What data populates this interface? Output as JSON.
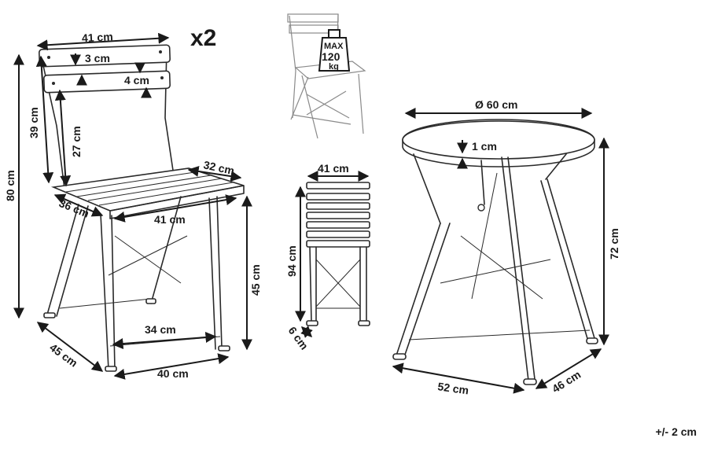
{
  "quantity": "x2",
  "tolerance": "+/- 2 cm",
  "weight_tag": {
    "line1": "MAX",
    "line2": "120",
    "line3": "kg"
  },
  "chair": {
    "width_top": "41 cm",
    "slat_gap": "3 cm",
    "slat_height": "4 cm",
    "back_height": "39 cm",
    "back_inner": "27 cm",
    "total_height": "80 cm",
    "seat_depth_right": "32 cm",
    "seat_depth_left": "36 cm",
    "seat_width": "41 cm",
    "seat_height": "45 cm",
    "leg_spread": "34 cm",
    "base_width": "40 cm",
    "base_depth": "45 cm"
  },
  "folded_chair": {
    "width": "41 cm",
    "height": "94 cm",
    "thickness": "6 cm"
  },
  "table": {
    "diameter": "Ø 60 cm",
    "top_thickness": "1 cm",
    "height": "72 cm",
    "base_width": "52 cm",
    "base_depth": "46 cm"
  }
}
